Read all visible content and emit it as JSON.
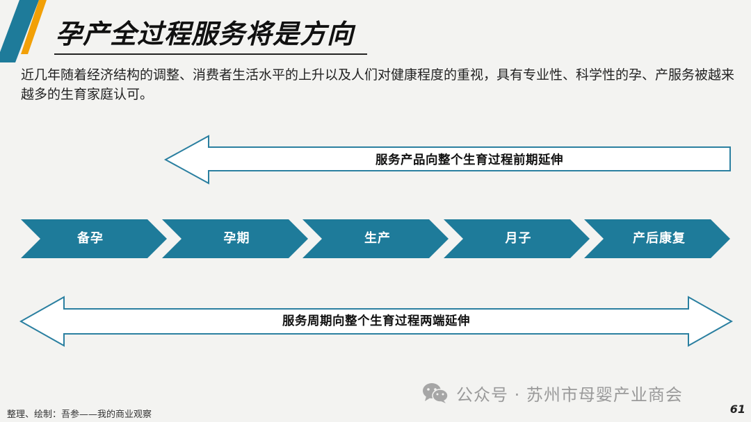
{
  "title": "孕产全过程服务将是方向",
  "intro": "近几年随着经济结构的调整、消费者生活水平的上升以及人们对健康程度的重视，具有专业性、科学性的孕、产服务被越来越多的生育家庭认可。",
  "arrows": {
    "top_label": "服务产品向整个生育过程前期延伸",
    "bottom_label": "服务周期向整个生育过程两端延伸"
  },
  "stages": [
    "备孕",
    "孕期",
    "生产",
    "月子",
    "产后康复"
  ],
  "colors": {
    "stage_fill": "#1e7b9a",
    "accent_blue": "#1e7b9a",
    "accent_orange": "#f2a007",
    "arrow_stroke": "#2a7fa0",
    "arrow_fill": "#ffffff"
  },
  "watermark": {
    "icon": "wechat-icon",
    "text": "公众号 · 苏州市母婴产业商会"
  },
  "footer": {
    "credit": "整理、绘制：吾参——我的商业观察",
    "page_number": "61"
  }
}
